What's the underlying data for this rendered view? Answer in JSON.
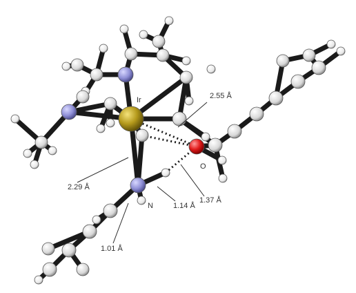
{
  "atoms": {
    "metal": "Ir",
    "oxygen": "O",
    "nitrogen": "N"
  },
  "distances": {
    "ir_c": "2.55 Å",
    "ir_n": "2.29 Å",
    "n_h": "1.14 Å",
    "h_o": "1.37 Å",
    "n_h_amine": "1.01 Å"
  },
  "colors": {
    "iridium": "#b59a1c",
    "nitrogen": "#8f8fd6",
    "oxygen": "#e11b1b",
    "carbon": "#e6e6e6",
    "hydrogen": "#ffffff",
    "bond": "#1a1a1a"
  }
}
